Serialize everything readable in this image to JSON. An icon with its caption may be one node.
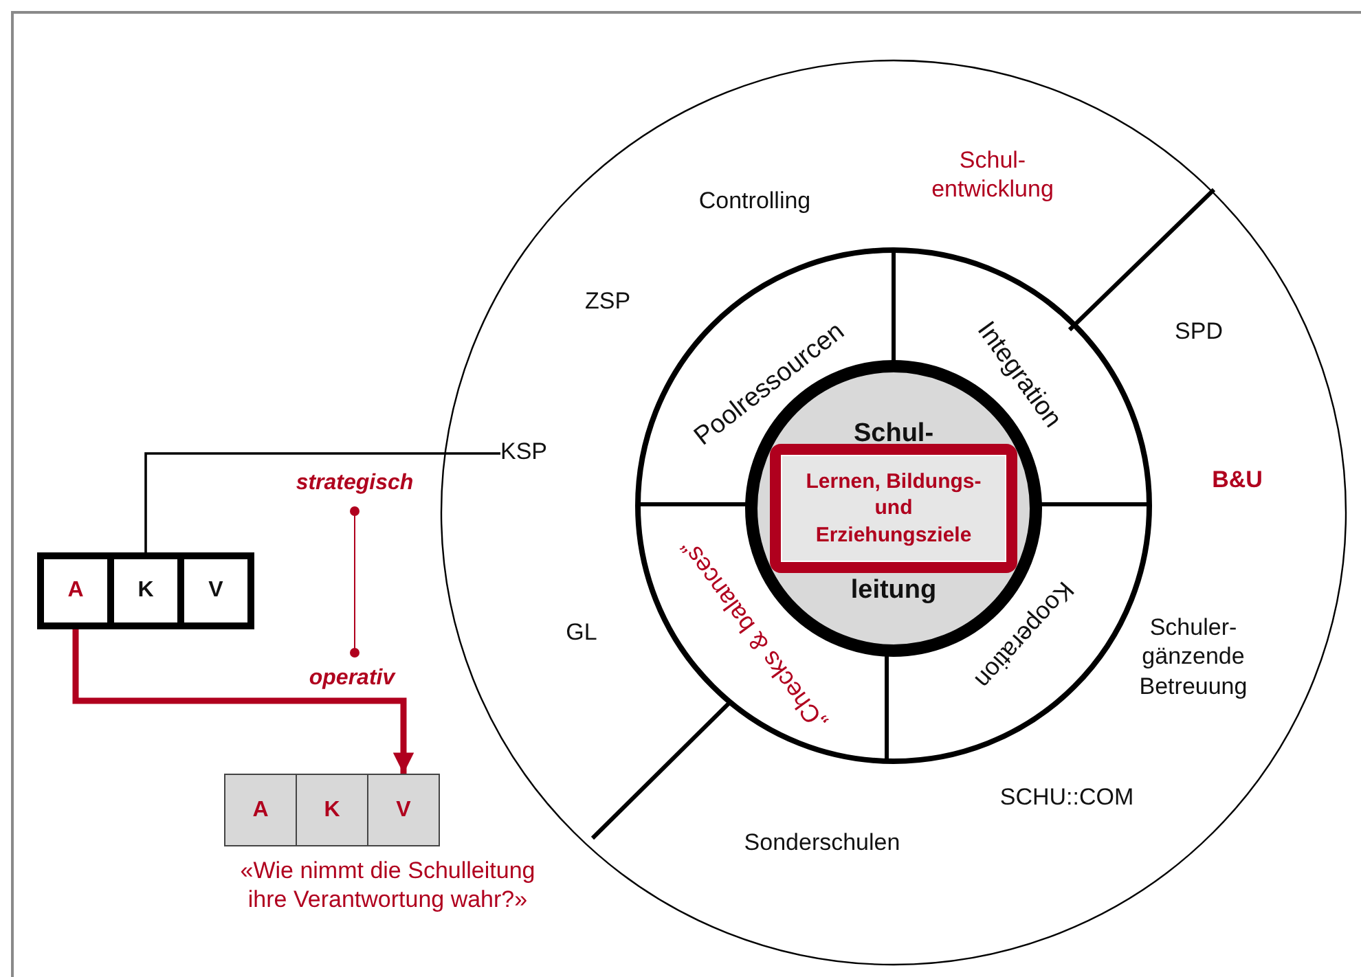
{
  "diagram": {
    "nodes": [
      {
        "text": [
          "Schul-",
          "leitung"
        ]
      },
      {
        "text": [
          "Lernen, Bildungs- und Erziehungsziele"
        ],
        "in": 0
      },
      {
        "text": [
          "KSP"
        ]
      },
      {
        "text": [
          "A"
        ]
      },
      {
        "text": [
          "K"
        ]
      },
      {
        "text": [
          "V"
        ]
      },
      {
        "text": [
          "A"
        ]
      },
      {
        "text": [
          "K"
        ]
      },
      {
        "text": [
          "V"
        ]
      }
    ],
    "edges": [
      {
        "from": 4,
        "to": 2,
        "arrow": "none"
      },
      {
        "from": 3,
        "to": 8,
        "arrow": "to",
        "style": "thick",
        "color": "#b0001e"
      }
    ],
    "labels": [
      "Schul- entwicklung",
      "Controlling",
      "ZSP",
      "Poolressourcen",
      "Integration",
      "SPD",
      "strategisch",
      "B&U",
      "„Checks & balances“",
      "Kooperation",
      "GL",
      "Schuler- gänzende Betreuung",
      "operativ",
      "SCHU::COM",
      "Sonderschulen",
      "«Wie nimmt die Schulleitung ihre Verantwortung wahr?»"
    ]
  }
}
